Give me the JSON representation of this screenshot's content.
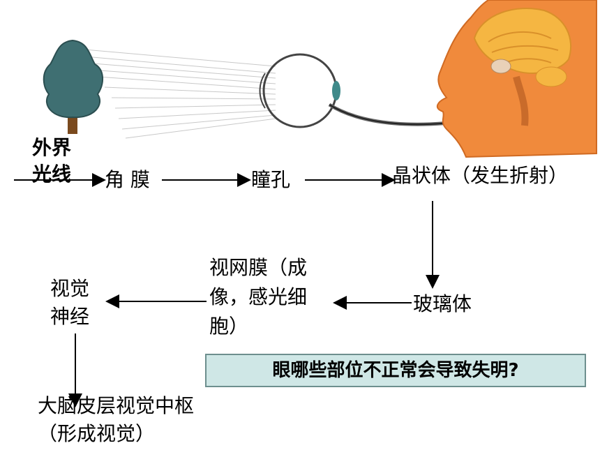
{
  "labels": {
    "outside_light_line1": "外界",
    "outside_light_line2": "光线",
    "cornea": "角 膜",
    "pupil": "瞳孔",
    "lens": "晶状体（发生折射）",
    "vitreous": "玻璃体",
    "retina_line1": "视网膜（成",
    "retina_line2": "像，感光细",
    "retina_line3": "胞）",
    "optic_nerve_line1": "视觉",
    "optic_nerve_line2": "神经",
    "visual_cortex_line1": "大脑皮层视觉中枢",
    "visual_cortex_line2": "（形成视觉）"
  },
  "question": "眼哪些部位不正常会导致失明?",
  "colors": {
    "tree": "#3f6f72",
    "trunk": "#7a4a1e",
    "skin": "#f08a3c",
    "brain": "#f5b642",
    "nerve": "#3b3b3b",
    "question_bg": "#cfe7e6"
  }
}
